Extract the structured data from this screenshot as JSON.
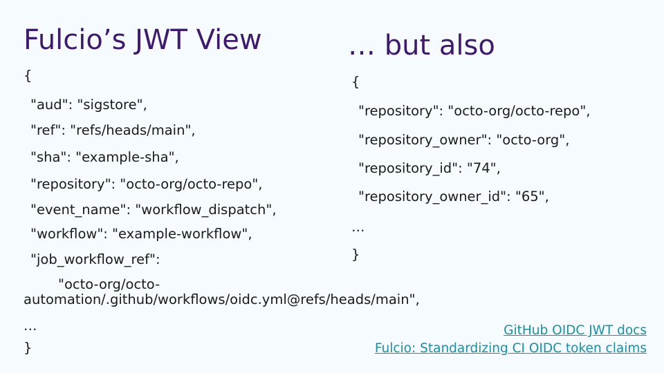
{
  "left": {
    "title": "Fulcio’s JWT View",
    "lines": [
      "{",
      "\"aud\": \"sigstore\",",
      "\"ref\": \"refs/heads/main\",",
      "\"sha\": \"example-sha\",",
      "\"repository\": \"octo-org/octo-repo\",",
      "\"event_name\": \"workflow_dispatch\",",
      "\"workflow\": \"example-workflow\",",
      "\"job_workflow_ref\":",
      "\"octo-org/octo-automation/.github/workflows/oidc.yml@refs/heads/main\",",
      "…",
      "}"
    ]
  },
  "right": {
    "title": "… but also",
    "lines": [
      "{",
      "\"repository\": \"octo-org/octo-repo\",",
      "\"repository_owner\": \"octo-org\",",
      "\"repository_id\": \"74\",",
      "\"repository_owner_id\": \"65\",",
      "…",
      "}"
    ]
  },
  "links": [
    "GitHub OIDC JWT docs",
    "Fulcio: Standardizing CI OIDC token claims"
  ],
  "colors": {
    "background": "#f6fbff",
    "title": "#3d1a70",
    "text": "#1a1a1a",
    "link": "#1a8fa3"
  }
}
